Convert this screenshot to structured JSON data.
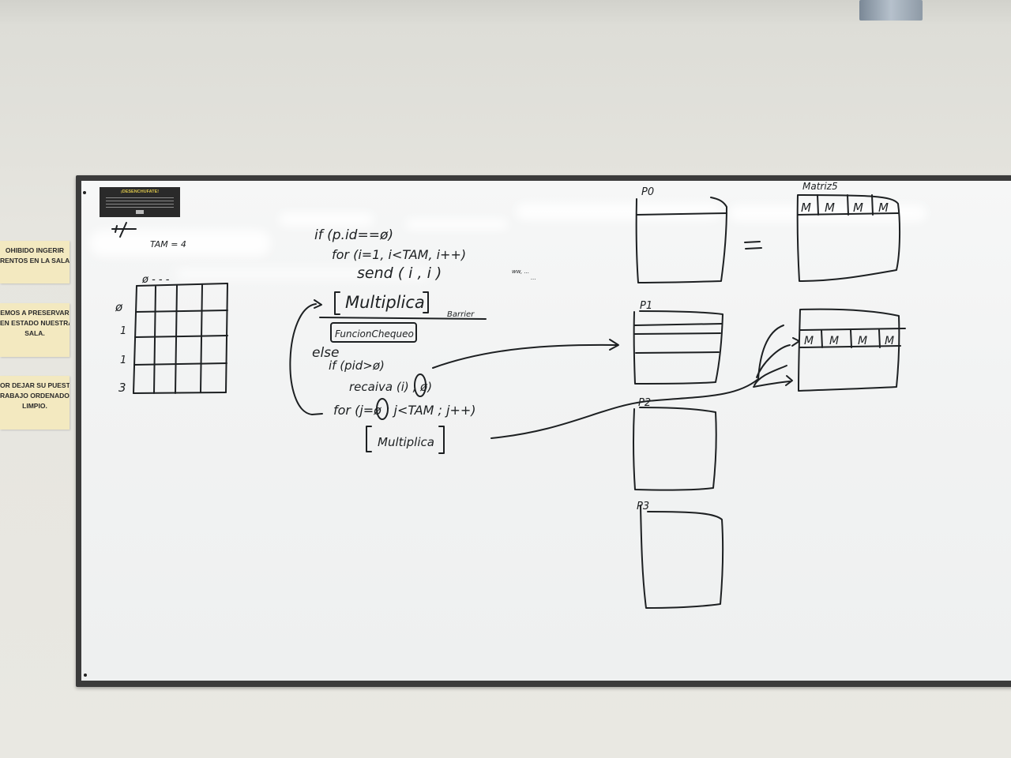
{
  "scene": {
    "wall_color": "#e6e5df",
    "board_frame_color": "#3b3b3b",
    "ink_color": "#1d2022",
    "note_color": "#f3e9c0"
  },
  "notes": [
    {
      "lines": [
        "OHIBIDO INGERIR",
        "RENTOS EN LA SALA."
      ]
    },
    {
      "lines": [
        "EMOS A PRESERVAR",
        "EN ESTADO NUESTRA",
        "SALA."
      ]
    },
    {
      "lines": [
        "OR DEJAR SU PUESTO",
        "RABAJO ORDENADO Y",
        "LIMPIO."
      ]
    }
  ],
  "sticker": {
    "title": "¡DESENCHUFATE!"
  },
  "board": {
    "left": {
      "tam": "TAM = 4",
      "col_header": "ø - - -",
      "row_labels": [
        "ø",
        "1",
        "1",
        "3"
      ]
    },
    "code": {
      "line1": "if (p.id==ø)",
      "line2": "for (i=1, i<TAM, i++)",
      "line3": "send ( i , i )",
      "line4": "Multiplica",
      "barrier": "Barrier",
      "line5": "FuncionChequeo",
      "line6": "else",
      "line7": "if (pid>ø)",
      "line8": "recaiva (i) , ø)",
      "line9": "for (j=ø ; j<TAM ; j++)",
      "line10": "Multiplica",
      "aside": "ww, ...",
      "aside2": "..."
    },
    "processes": {
      "p0": "P0",
      "p1": "P1",
      "p2": "P2",
      "p3": "P3",
      "equals": "="
    },
    "matrix": {
      "title": "Matriz5",
      "cells": [
        "M",
        "M",
        "M",
        "M"
      ]
    }
  }
}
